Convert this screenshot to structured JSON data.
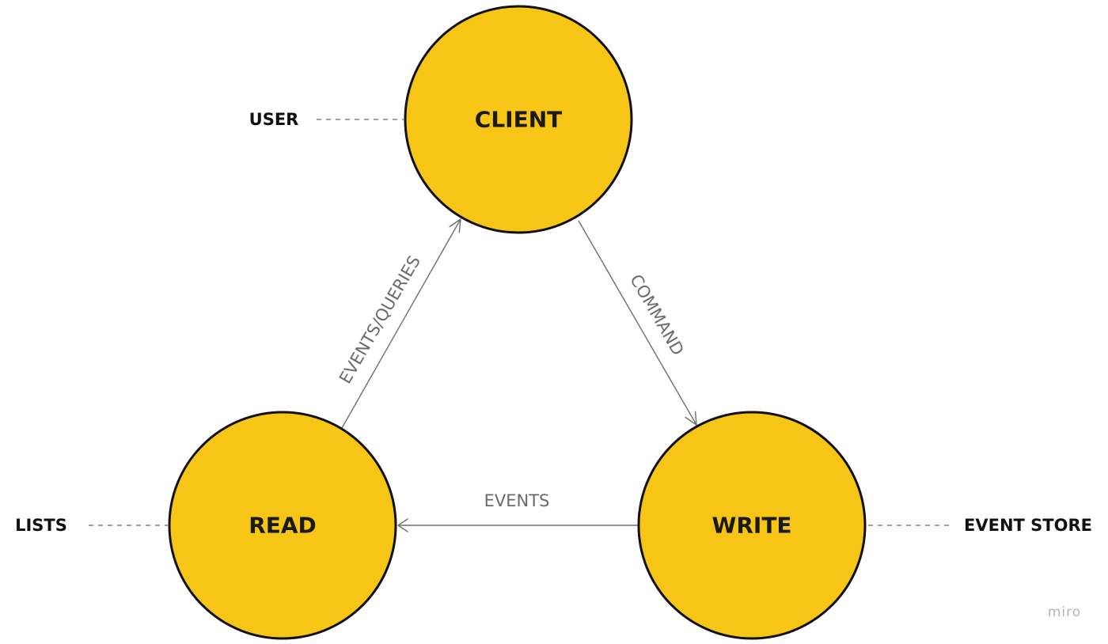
{
  "nodes": {
    "client": {
      "label": "CLIENT",
      "side_label": "USER"
    },
    "read": {
      "label": "READ",
      "side_label": "LISTS"
    },
    "write": {
      "label": "WRITE",
      "side_label": "EVENT STORE"
    }
  },
  "edges": {
    "read_to_client": "EVENTS/QUERIES",
    "client_to_write": "COMMAND",
    "write_to_read": "EVENTS"
  },
  "watermark": "miro",
  "colors": {
    "node_fill": "#F7C515",
    "node_stroke": "#111111",
    "edge": "#6E6E6E",
    "background": "#FFFFFF"
  }
}
